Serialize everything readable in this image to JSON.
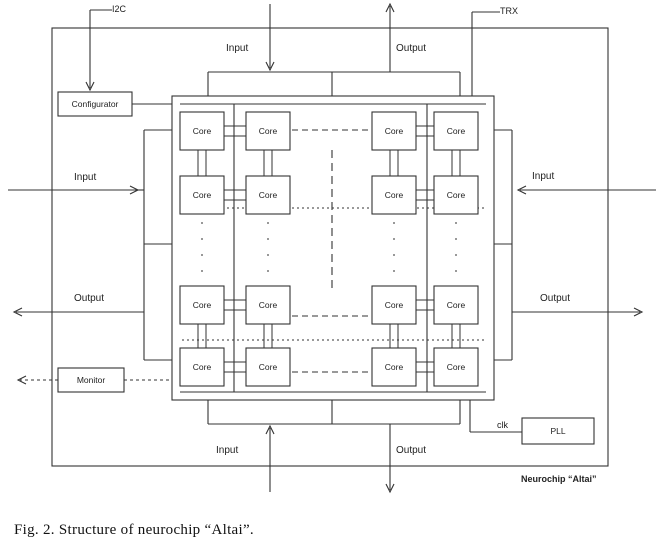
{
  "caption": "Fig. 2. Structure of neurochip “Altai”.",
  "chip_name": "Neurochip “Altai”",
  "core_label": "Core",
  "configurator_label": "Configurator",
  "monitor_label": "Monitor",
  "pll_label": "PLL",
  "top_left_signal": "I2C",
  "top_right_signal": "TRX",
  "clk_label": "clk",
  "io": {
    "top_input": "Input",
    "top_output": "Output",
    "left_input": "Input",
    "left_output": "Output",
    "right_input": "Input",
    "right_output": "Output",
    "bottom_input": "Input",
    "bottom_output": "Output"
  }
}
